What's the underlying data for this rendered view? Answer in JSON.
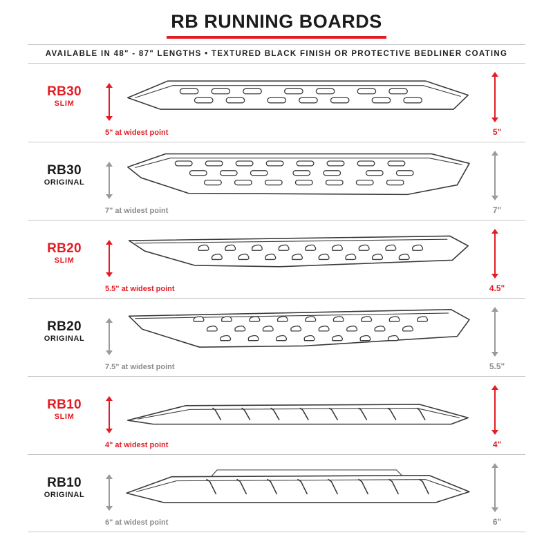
{
  "header": {
    "title": "RB RUNNING BOARDS",
    "subtitle": "AVAILABLE IN 48\" - 87\" LENGTHS   •   TEXTURED BLACK FINISH OR PROTECTIVE BEDLINER COATING"
  },
  "colors": {
    "accent": "#e31b23",
    "muted": "#8a8a8a",
    "line": "#c6c6c6",
    "ink": "#1b1b1b"
  },
  "rows": [
    {
      "model": "RB30",
      "variant": "SLIM",
      "style": "slim",
      "widest": "5\" at widest point",
      "height": "5\""
    },
    {
      "model": "RB30",
      "variant": "ORIGINAL",
      "style": "original",
      "widest": "7\" at widest point",
      "height": "7\""
    },
    {
      "model": "RB20",
      "variant": "SLIM",
      "style": "slim",
      "widest": "5.5\" at widest point",
      "height": "4.5\""
    },
    {
      "model": "RB20",
      "variant": "ORIGINAL",
      "style": "original",
      "widest": "7.5\" at widest point",
      "height": "5.5\""
    },
    {
      "model": "RB10",
      "variant": "SLIM",
      "style": "slim",
      "widest": "4\" at widest point",
      "height": "4\""
    },
    {
      "model": "RB10",
      "variant": "ORIGINAL",
      "style": "original",
      "widest": "6\" at widest point",
      "height": "6\""
    }
  ]
}
